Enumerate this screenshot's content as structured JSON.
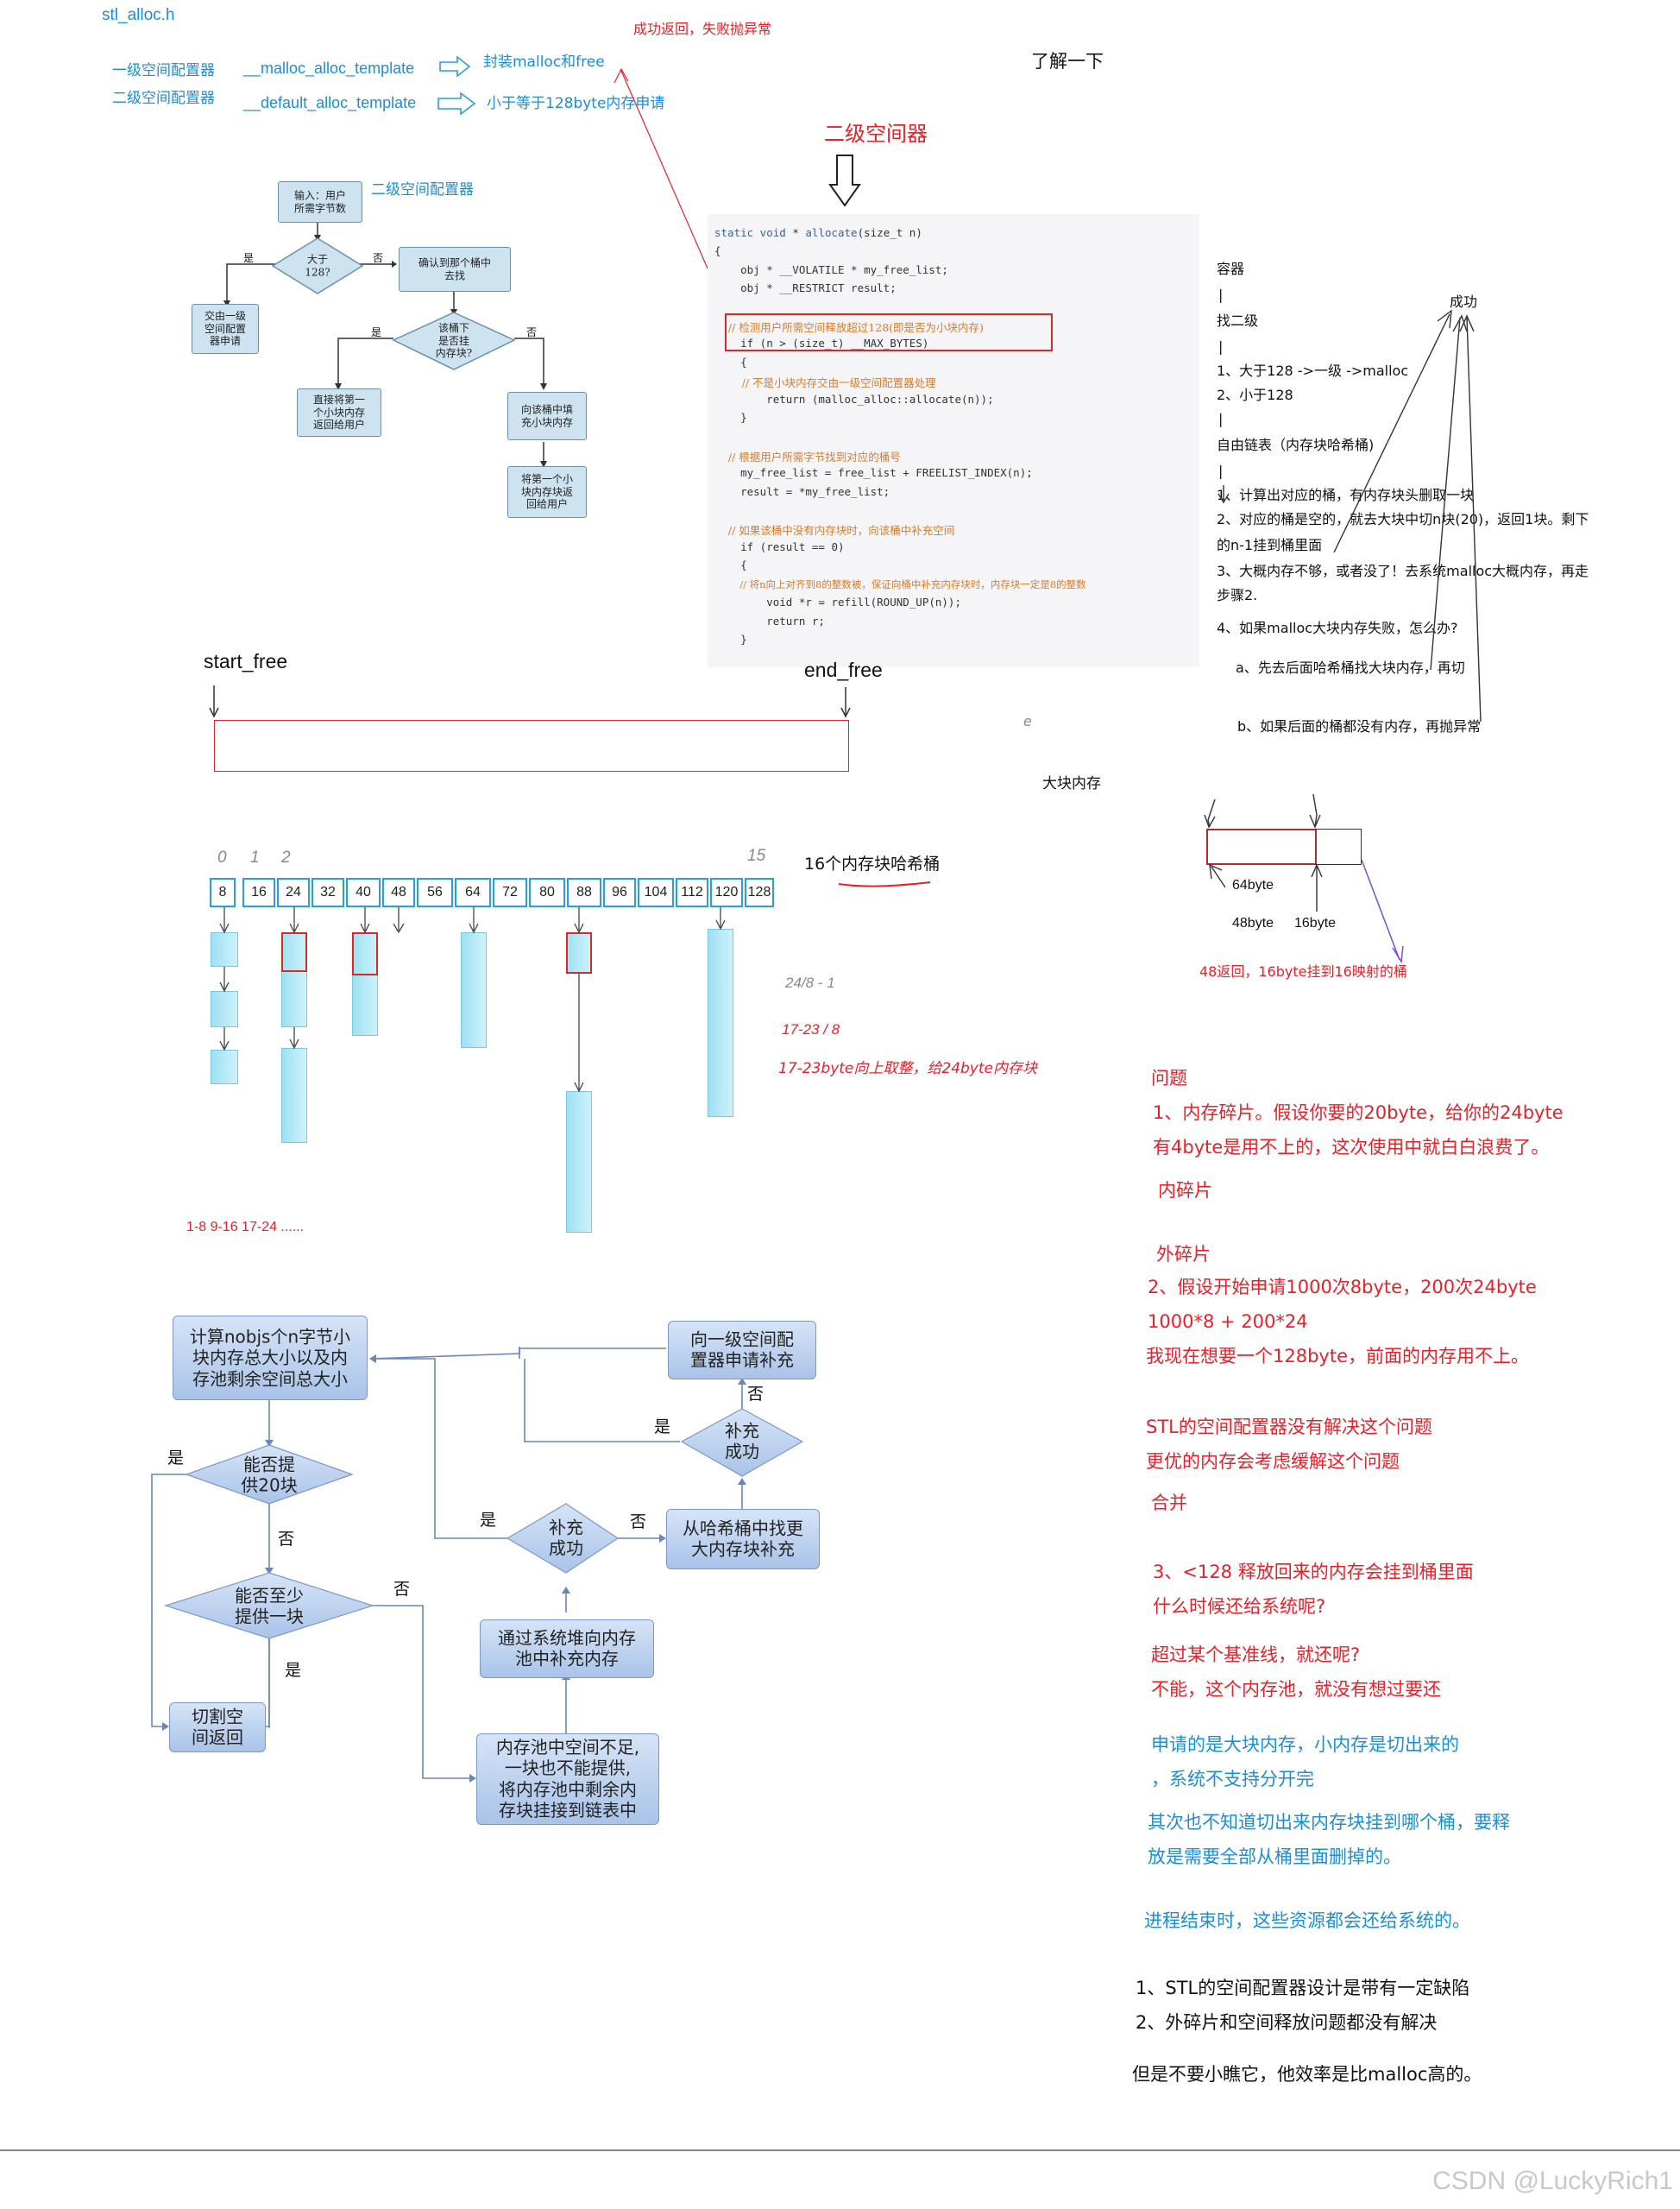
{
  "header": {
    "file": "stl_alloc.h",
    "level1_name": "一级空间配置器",
    "level2_name": "二级空间配置器",
    "level1_template": "__malloc_alloc_template",
    "level2_template": "__default_alloc_template",
    "level1_desc": "封装malloc和free",
    "level2_desc": "小于等于128byte内存申请",
    "annotation_success": "成功返回，失败抛异常",
    "learn_note": "了解一下",
    "arrow_title": "二级空间器"
  },
  "flow1": {
    "side_label": "二级空间配置器",
    "input": "输入：用户\n所需字节数",
    "decision_gt128": "大于\n128?",
    "yes": "是",
    "no": "否",
    "yes2": "是",
    "no2": "否",
    "to_level1": "交由一级\n空间配置\n器申请",
    "find_bucket": "确认到那个桶中\n去找",
    "bucket_has": "该桶下\n是否挂\n内存块?",
    "return_first": "直接将第一\n个小块内存\n返回给用户",
    "refill": "向该桶中填\n充小块内存",
    "return_after": "将第一个小\n块内存块返\n回给用户"
  },
  "code": {
    "lines": [
      "static void * allocate(size_t n)",
      "{",
      "    obj * __VOLATILE * my_free_list;",
      "    obj * __RESTRICT result;",
      "",
      "    // 检测用户所需空间释放超过128(即是否为小块内存)",
      "    if (n > (size_t) __MAX_BYTES)",
      "    {",
      "        // 不是小块内存交由一级空间配置器处理",
      "        return (malloc_alloc::allocate(n));",
      "    }",
      "",
      "    // 根据用户所需字节找到对应的桶号",
      "    my_free_list = free_list + FREELIST_INDEX(n);",
      "    result = *my_free_list;",
      "",
      "    // 如果该桶中没有内存块时，向该桶中补充空间",
      "    if (result == 0)",
      "    {",
      "        // 将n向上对齐到8的整数被，保证向桶中补充内存块时，内存块一定是8的整数",
      "        void *r = refill(ROUND_UP(n));",
      "        return r;",
      "    }"
    ]
  },
  "pool": {
    "start": "start_free",
    "end": "end_free",
    "stray": "e"
  },
  "hash": {
    "indices": [
      "0",
      "1",
      "2",
      "15"
    ],
    "sizes": [
      "8",
      "16",
      "24",
      "32",
      "40",
      "48",
      "56",
      "64",
      "72",
      "80",
      "88",
      "96",
      "104",
      "112",
      "120",
      "128"
    ],
    "title": "16个内存块哈希桶",
    "calc1": "24/8 - 1",
    "calc2": "17-23  / 8",
    "calc3": "17-23byte向上取整，给24byte内存块",
    "ranges": "1-8  9-16  17-24 ......"
  },
  "notes_right": {
    "lines": [
      "容器",
      "|",
      "找二级",
      "|",
      "1、大于128  ->一级 ->malloc",
      "2、小于128",
      "|",
      "自由链表（内存块哈希桶)",
      "|",
      "1、计算出对应的桶，有内存块头删取一块",
      "2、对应的桶是空的，就去大块中切n块(20)，返回1块。剩下",
      "的n-1挂到桶里面",
      "3、大概内存不够，或者没了！去系统malloc大概内存，再走",
      "步骤2.",
      "4、如果malloc大块内存失败，怎么办?"
    ],
    "sub_a": "a、先去后面哈希桶找大块内存，再切",
    "sub_b": "b、如果后面的桶都没有内存，再抛异常",
    "success": "成功",
    "big_block": "大块内存",
    "b64": "64byte",
    "b48": "48byte",
    "b16": "16byte",
    "return_note": "48返回，16byte挂到16映射的桶"
  },
  "problems": {
    "title": "问题",
    "p1a": "1、内存碎片。假设你要的20byte，给你的24byte",
    "p1b": "有4byte是用不上的，这次使用中就白白浪费了。",
    "inner": "内碎片",
    "outer": "外碎片",
    "p2a": "2、假设开始申请1000次8byte，200次24byte",
    "p2b": "1000*8 + 200*24",
    "p2c": "我现在想要一个128byte，前面的内存用不上。",
    "b1": "STL的空间配置器没有解决这个问题",
    "b2": "更优的内存会考虑缓解这个问题",
    "merge": "合并",
    "p3a": "3、<128 释放回来的内存会挂到桶里面",
    "p3b": "什么时候还给系统呢?",
    "p3c": "超过某个基准线，就还呢?",
    "p3d": "不能，这个内存池，就没有想过要还",
    "b3": "申请的是大块内存，小内存是切出来的",
    "b4": "，系统不支持分开完",
    "b5": "其次也不知道切出来内存块挂到哪个桶，要释",
    "b6": "放是需要全部从桶里面删掉的。",
    "b7": "进程结束时，这些资源都会还给系统的。",
    "s1": "1、STL的空间配置器设计是带有一定缺陷",
    "s2": "2、外碎片和空间释放问题都没有解决",
    "s3": "但是不要小瞧它，他效率是比malloc高的。"
  },
  "flow2": {
    "calc": "计算nobjs个n字节小\n块内存总大小以及内\n存池剩余空间总大小",
    "can20": "能否提\n供20块",
    "yes": "是",
    "no": "否",
    "can1": "能否至少\n提供一块",
    "no2": "否",
    "yes2": "是",
    "cut": "切割空\n间返回",
    "insufficient": "内存池中空间不足,\n一块也不能提供,\n将内存池中剩余内\n存块挂接到链表中",
    "sys_heap": "通过系统堆向内存\n池中补充内存",
    "ok1": "补充\n成功",
    "yes3": "是",
    "no3": "否",
    "hash_find": "从哈希桶中找更\n大内存块补充",
    "ok2": "补充\n成功",
    "yes4": "是",
    "no4": "否",
    "ask_l1": "向一级空间配\n置器申请补充"
  },
  "footer": {
    "watermark": "CSDN @LuckyRich1"
  }
}
